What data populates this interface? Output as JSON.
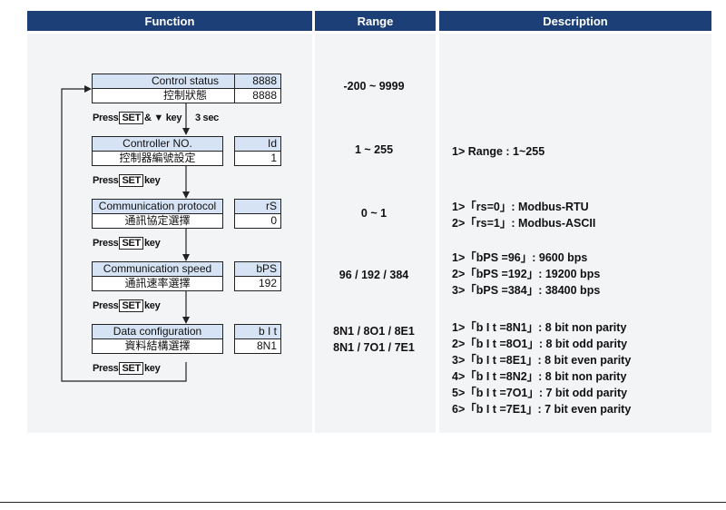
{
  "headers": {
    "function": "Function",
    "range": "Range",
    "description": "Description"
  },
  "steps": [
    {
      "en": "Control status",
      "zh": "控制狀態",
      "code": "8888",
      "value": "8888"
    },
    {
      "en": "Controller NO.",
      "zh": "控制器編號設定",
      "code": "Id",
      "value": "1"
    },
    {
      "en": "Communication protocol",
      "zh": "通訊協定選擇",
      "code": "rS",
      "value": "0"
    },
    {
      "en": "Communication speed",
      "zh": "通訊速率選擇",
      "code": "bPS",
      "value": "192"
    },
    {
      "en": "Data configuration",
      "zh": "資料結構選擇",
      "code": "b I t",
      "value": "8N1"
    }
  ],
  "press": {
    "first": {
      "press": "Press",
      "key": "SET",
      "and": "& ▼ key",
      "time": "3 sec"
    },
    "next": {
      "press": "Press",
      "key": "SET",
      "suffix": "key"
    }
  },
  "ranges": {
    "control_status": "-200 ~ 9999",
    "controller_no": "1 ~ 255",
    "protocol": "0 ~ 1",
    "speed": "96 / 192 / 384",
    "data_config_1": "8N1 / 8O1 / 8E1",
    "data_config_2": "8N1 / 7O1 / 7E1"
  },
  "descriptions": {
    "controller_no": [
      "1> Range : 1~255"
    ],
    "protocol": [
      "1>「rs=0」: Modbus-RTU",
      "2>「rs=1」: Modbus-ASCII"
    ],
    "speed": [
      "1>「bPS =96」: 9600 bps",
      "2>「bPS =192」: 19200 bps",
      "3>「bPS =384」: 38400 bps"
    ],
    "data_config": [
      "1>「b I t =8N1」: 8 bit non parity",
      "2>「b I t =8O1」: 8 bit odd parity",
      "3>「b I t =8E1」: 8 bit even parity",
      "4>「b I t =8N2」: 8 bit non parity",
      "5>「b I t =7O1」: 7 bit odd parity",
      "6>「b I t =7E1」: 7 bit even parity"
    ]
  }
}
